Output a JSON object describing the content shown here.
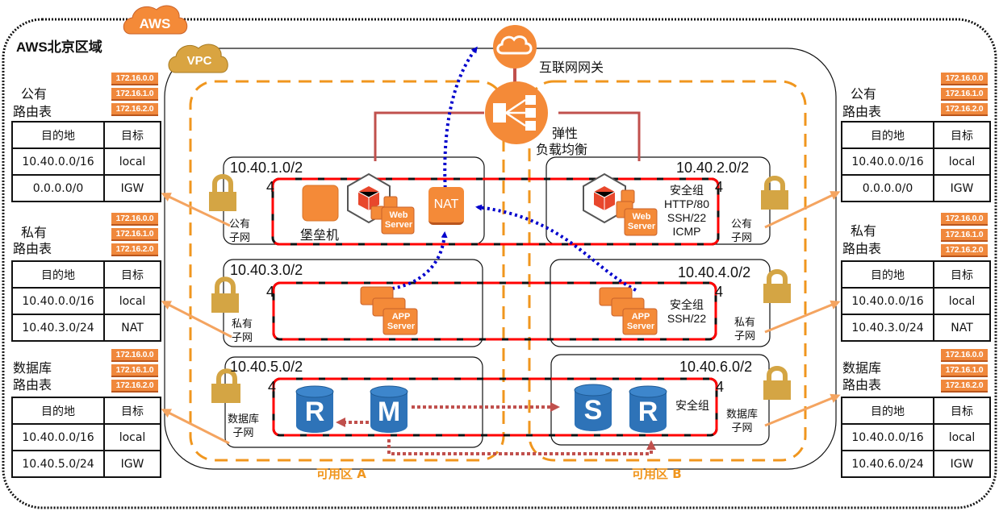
{
  "region": {
    "title": "AWS北京区域",
    "aws_badge": "AWS",
    "vpc_badge": "VPC"
  },
  "gateway": {
    "label": "互联网网关",
    "icon": "internet-gateway-cloud-icon"
  },
  "elb": {
    "label_line1": "弹性",
    "label_line2": "负载均衡",
    "icon": "load-balancer-icon"
  },
  "zones": {
    "a": {
      "label": "可用区",
      "letter": "A"
    },
    "b": {
      "label": "可用区",
      "letter": "B"
    }
  },
  "ip_badges": [
    "172.16.0.0",
    "172.16.1.0",
    "172.16.2.0"
  ],
  "route_tables": {
    "left": [
      {
        "title_line1": "公有",
        "title_line2": "路由表",
        "header": [
          "目的地",
          "目标"
        ],
        "rows": [
          [
            "10.40.0.0/16",
            "local"
          ],
          [
            "0.0.0.0/0",
            "IGW"
          ]
        ]
      },
      {
        "title_line1": "私有",
        "title_line2": "路由表",
        "header": [
          "目的地",
          "目标"
        ],
        "rows": [
          [
            "10.40.0.0/16",
            "local"
          ],
          [
            "10.40.3.0/24",
            "NAT"
          ]
        ]
      },
      {
        "title_line1": "数据库",
        "title_line2": "路由表",
        "header": [
          "目的地",
          "目标"
        ],
        "rows": [
          [
            "10.40.0.0/16",
            "local"
          ],
          [
            "10.40.5.0/24",
            "IGW"
          ]
        ]
      }
    ],
    "right": [
      {
        "title_line1": "公有",
        "title_line2": "路由表",
        "header": [
          "目的地",
          "目标"
        ],
        "rows": [
          [
            "10.40.0.0/16",
            "local"
          ],
          [
            "0.0.0.0/0",
            "IGW"
          ]
        ]
      },
      {
        "title_line1": "私有",
        "title_line2": "路由表",
        "header": [
          "目的地",
          "目标"
        ],
        "rows": [
          [
            "10.40.0.0/16",
            "local"
          ],
          [
            "10.40.3.0/24",
            "NAT"
          ]
        ]
      },
      {
        "title_line1": "数据库",
        "title_line2": "路由表",
        "header": [
          "目的地",
          "目标"
        ],
        "rows": [
          [
            "10.40.0.0/16",
            "local"
          ],
          [
            "10.40.6.0/24",
            "IGW"
          ]
        ]
      }
    ]
  },
  "subnets": {
    "a_public": {
      "cidr": "10.40.1.0/2",
      "cidr_tail": "4",
      "label_line1": "公有",
      "label_line2": "子网"
    },
    "b_public": {
      "cidr": "10.40.2.0/2",
      "cidr_tail": "4",
      "label_line1": "公有",
      "label_line2": "子网"
    },
    "a_private": {
      "cidr": "10.40.3.0/2",
      "cidr_tail": "4",
      "label_line1": "私有",
      "label_line2": "子网"
    },
    "b_private": {
      "cidr": "10.40.4.0/2",
      "cidr_tail": "4",
      "label_line1": "私有",
      "label_line2": "子网"
    },
    "a_db": {
      "cidr": "10.40.5.0/2",
      "cidr_tail": "4",
      "label_line1": "数据库",
      "label_line2": "子网"
    },
    "b_db": {
      "cidr": "10.40.6.0/2",
      "cidr_tail": "4",
      "label_line1": "数据库",
      "label_line2": "子网"
    }
  },
  "security_groups": {
    "public": [
      "安全组",
      "HTTP/80",
      "SSH/22",
      "ICMP"
    ],
    "private": [
      "安全组",
      "SSH/22"
    ],
    "db": [
      "安全组"
    ]
  },
  "nodes": {
    "bastion": "堡垒机",
    "nat": "NAT",
    "web_server": [
      "Web",
      "Server"
    ],
    "app_server": [
      "APP",
      "Server"
    ],
    "db_master": "M",
    "db_replica": "R",
    "db_standby": "S"
  },
  "colors": {
    "aws_orange": "#f48a38",
    "vpc_gold": "#d9a441",
    "zone_dash": "#f0961e",
    "sg_red": "#ff0000",
    "elb_line": "#c0504d",
    "nat_flow": "#0000cc",
    "db_blue": "#2e73b8",
    "repl_flow": "#c0504d",
    "route_arrow": "#f4a460"
  }
}
